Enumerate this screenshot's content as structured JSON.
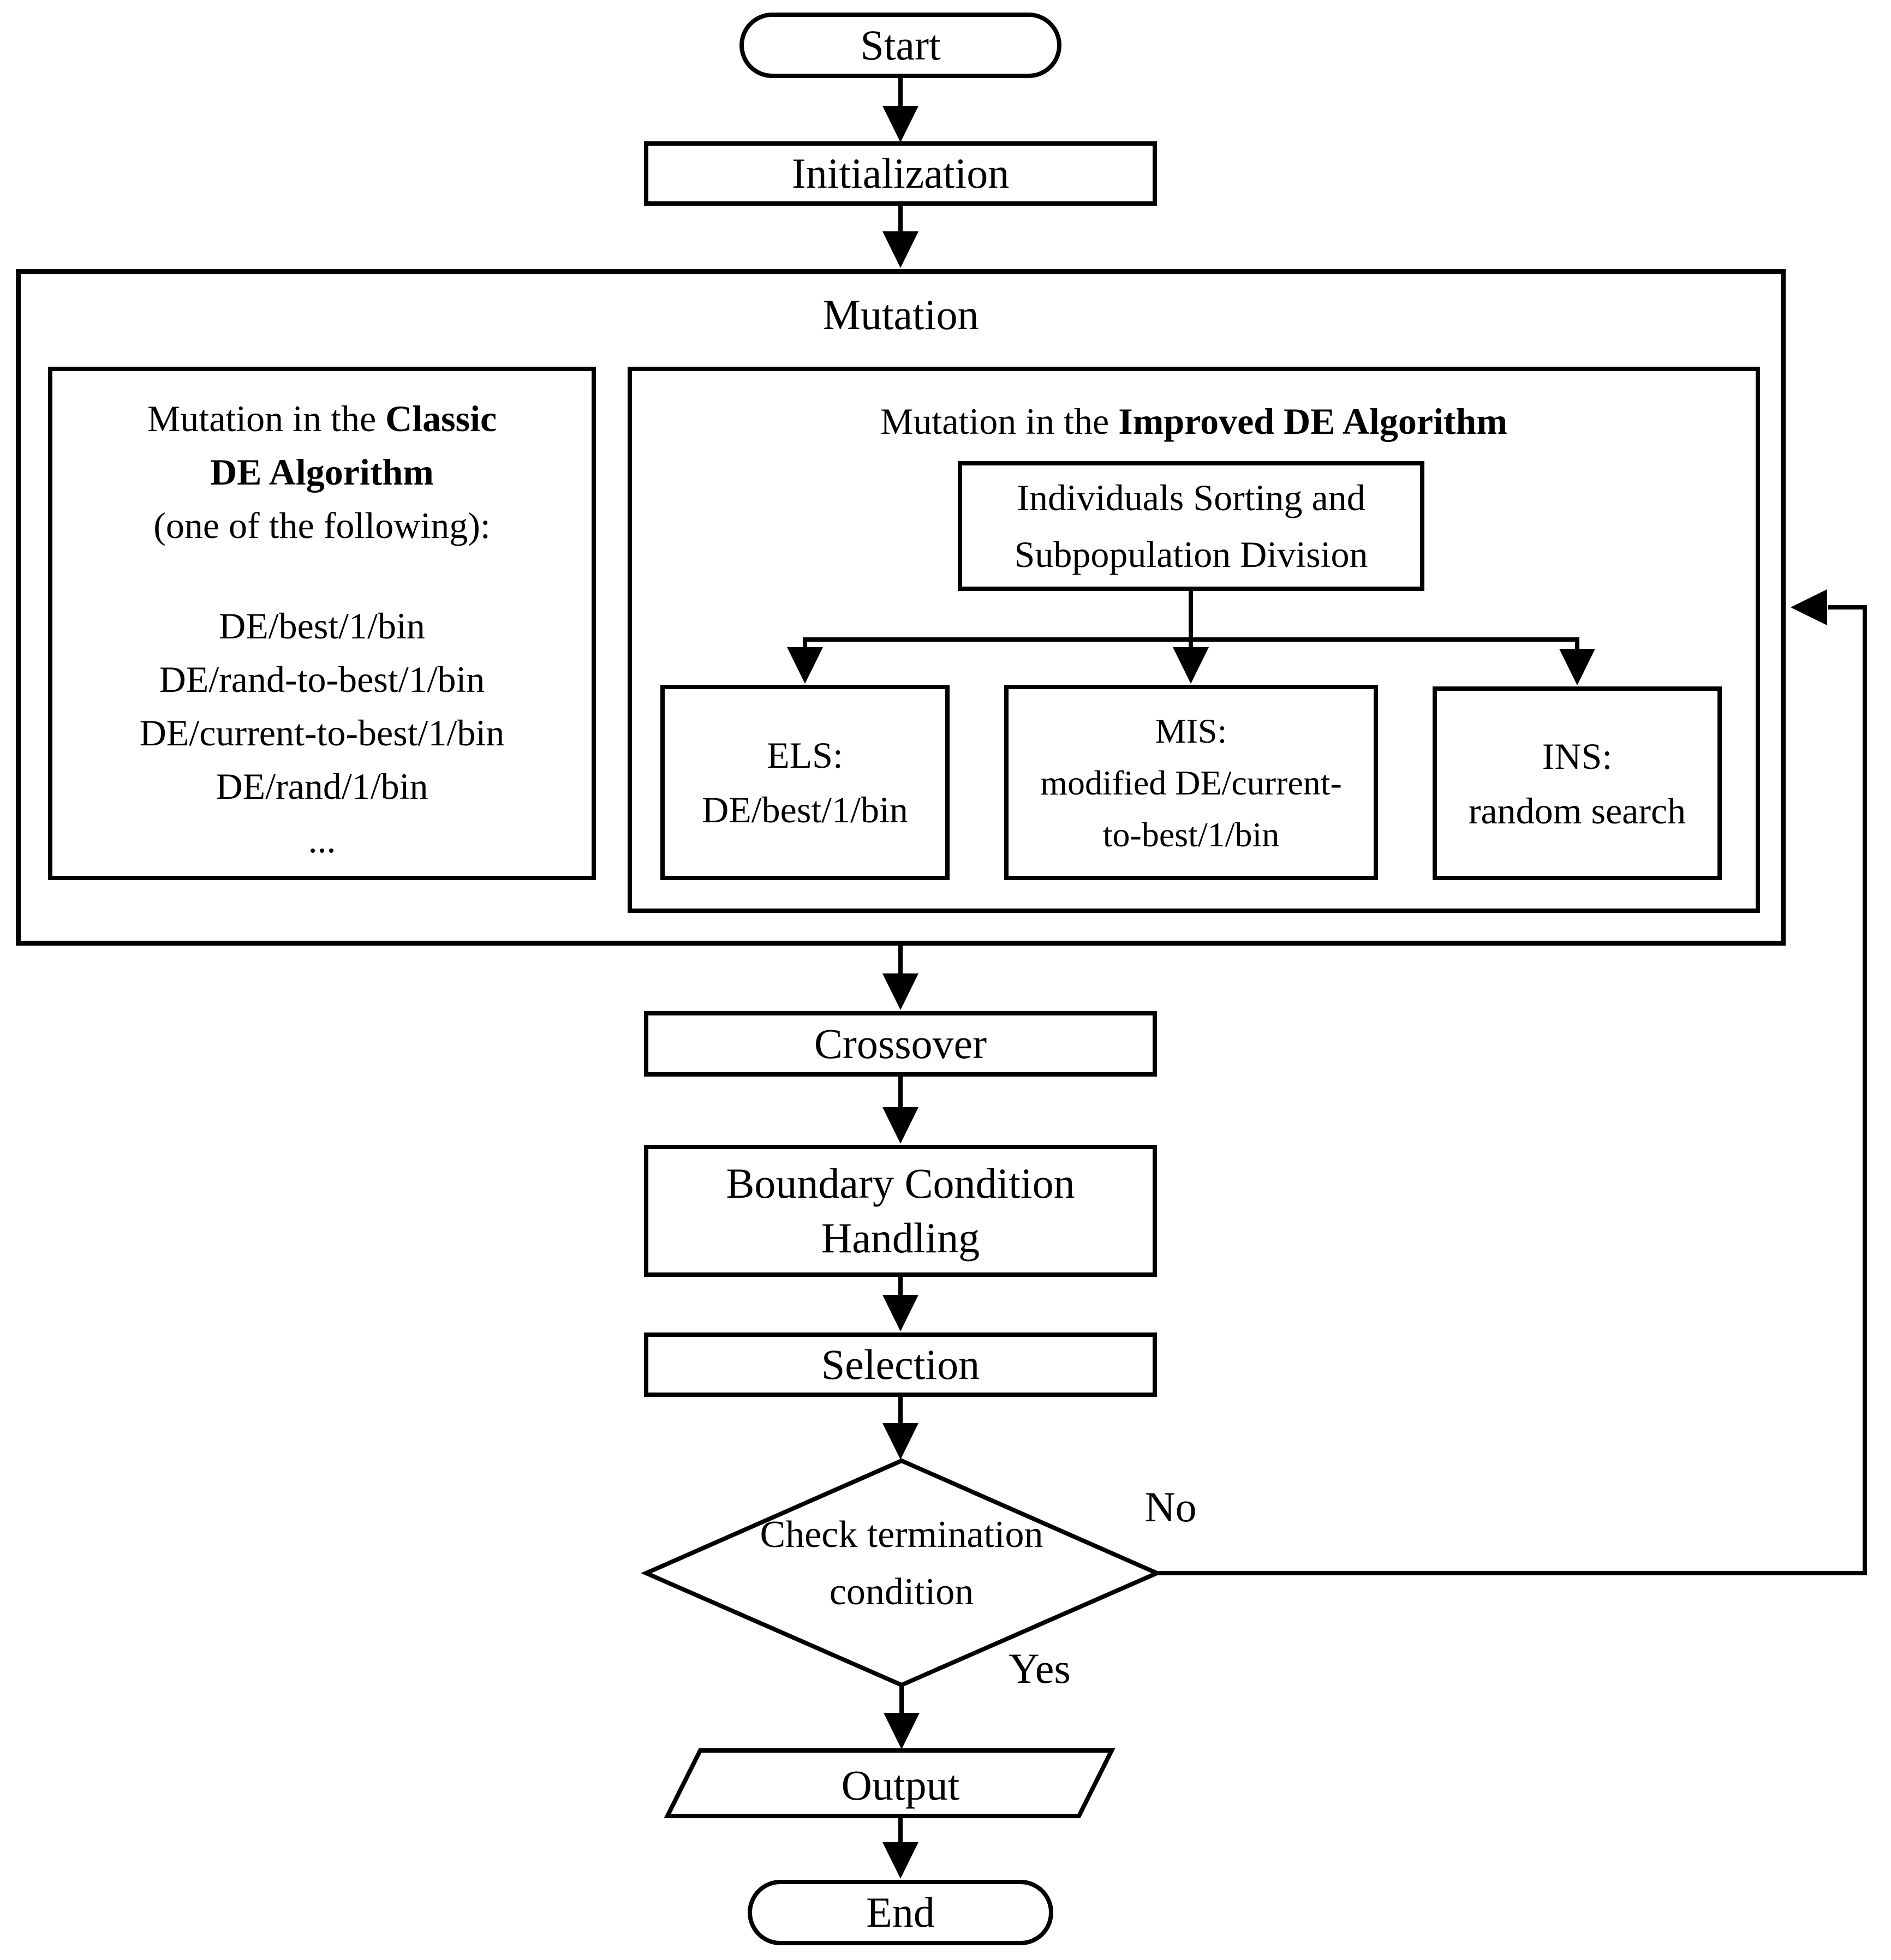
{
  "nodes": {
    "start": "Start",
    "initialization": "Initialization",
    "mutation_label": "Mutation",
    "crossover": "Crossover",
    "boundary_line1": "Boundary Condition",
    "boundary_line2": "Handling",
    "selection": "Selection",
    "decision_line1": "Check termination",
    "decision_line2": "condition",
    "output": "Output",
    "end": "End"
  },
  "classic_box": {
    "title_regular": "Mutation in the ",
    "title_bold_word": "Classic",
    "title_bold_line2": "DE Algorithm",
    "title_note": "(one of the following):",
    "items": [
      "DE/best/1/bin",
      "DE/rand-to-best/1/bin",
      "DE/current-to-best/1/bin",
      "DE/rand/1/bin",
      "..."
    ]
  },
  "improved_box": {
    "title_regular": "Mutation in the ",
    "title_bold": "Improved DE Algorithm",
    "sorting_line1": "Individuals Sorting and",
    "sorting_line2": "Subpopulation Division",
    "els_line1": "ELS:",
    "els_line2": "DE/best/1/bin",
    "mis_line1": "MIS:",
    "mis_line2": "modified DE/current-",
    "mis_line3": "to-best/1/bin",
    "ins_line1": "INS:",
    "ins_line2": "random search"
  },
  "edges": {
    "no_label": "No",
    "yes_label": "Yes"
  },
  "colors": {
    "stroke": "#000000",
    "background": "#ffffff"
  }
}
